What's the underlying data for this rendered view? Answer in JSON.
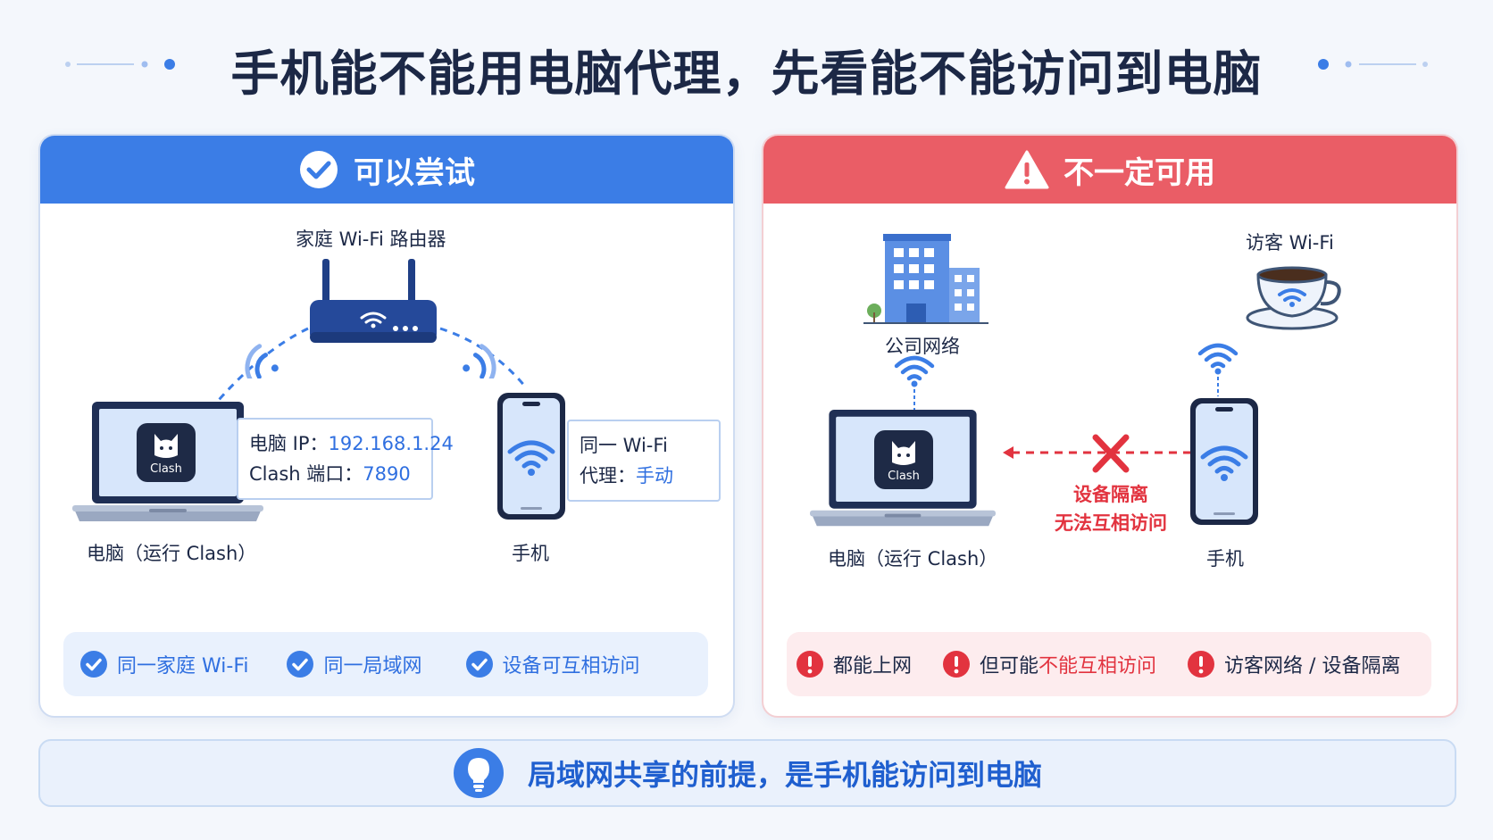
{
  "title": "手机能不能用电脑代理，先看能不能访问到电脑",
  "left_panel": {
    "header": "可以尝试",
    "router_label": "家庭 Wi-Fi 路由器",
    "laptop_label": "电脑（运行 Clash）",
    "phone_label": "手机",
    "app_badge": "Clash",
    "pc_info": {
      "ip_label": "电脑 IP：",
      "ip_value": "192.168.1.24",
      "port_label": "Clash 端口：",
      "port_value": "7890"
    },
    "phone_info": {
      "wifi_line": "同一 Wi-Fi",
      "proxy_label": "代理：",
      "proxy_value": "手动"
    },
    "checks": [
      "同一家庭 Wi-Fi",
      "同一局域网",
      "设备可互相访问"
    ]
  },
  "right_panel": {
    "header": "不一定可用",
    "company_label": "公司网络",
    "guest_label": "访客 Wi-Fi",
    "laptop_label": "电脑（运行 Clash）",
    "phone_label": "手机",
    "app_badge": "Clash",
    "isolation_line1": "设备隔离",
    "isolation_line2": "无法互相访问",
    "warnings": {
      "item1": "都能上网",
      "item2_prefix": "但可能",
      "item2_highlight": "不能互相访问",
      "item3": "访客网络 / 设备隔离"
    }
  },
  "bottom_note": "局域网共享的前提，是手机能访问到电脑",
  "colors": {
    "primary_blue": "#3b7de6",
    "alert_red": "#ea5d66",
    "highlight_blue": "#2f6fe0",
    "highlight_red": "#e2333f",
    "title": "#1c2846"
  }
}
